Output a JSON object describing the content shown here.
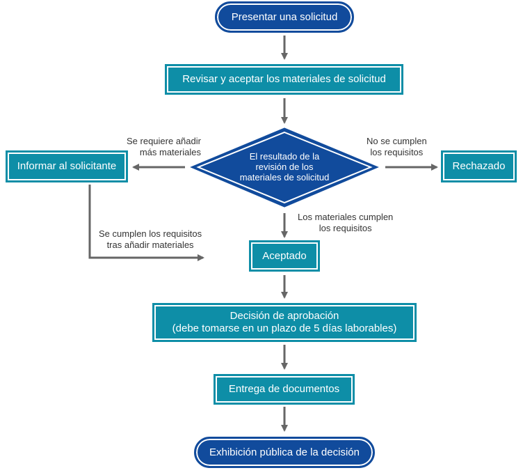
{
  "colors": {
    "teal_box": "#0e8ea7",
    "blue_terminal": "#114b9c",
    "arrow": "#666666",
    "label_text": "#333333"
  },
  "nodes": {
    "start": "Presentar una solicitud",
    "review": "Revisar y aceptar los materiales de solicitud",
    "decision": "El resultado de la\nrevisión de los\nmateriales de solicitud",
    "inform": "Informar al solicitante",
    "rejected": "Rechazado",
    "accepted": "Aceptado",
    "approval_line1": "Decisión de aprobación",
    "approval_line2": "(debe tomarse en un plazo de 5 días laborables)",
    "delivery": "Entrega de documentos",
    "end": "Exhibición pública de la decisión"
  },
  "edge_labels": {
    "more_materials": "Se requiere añadir\nmás materiales",
    "not_met": "No se cumplen\nlos requisitos",
    "met": "Los materiales cumplen\nlos requisitos",
    "met_after": "Se cumplen los requisitos\ntras añadir materiales"
  }
}
